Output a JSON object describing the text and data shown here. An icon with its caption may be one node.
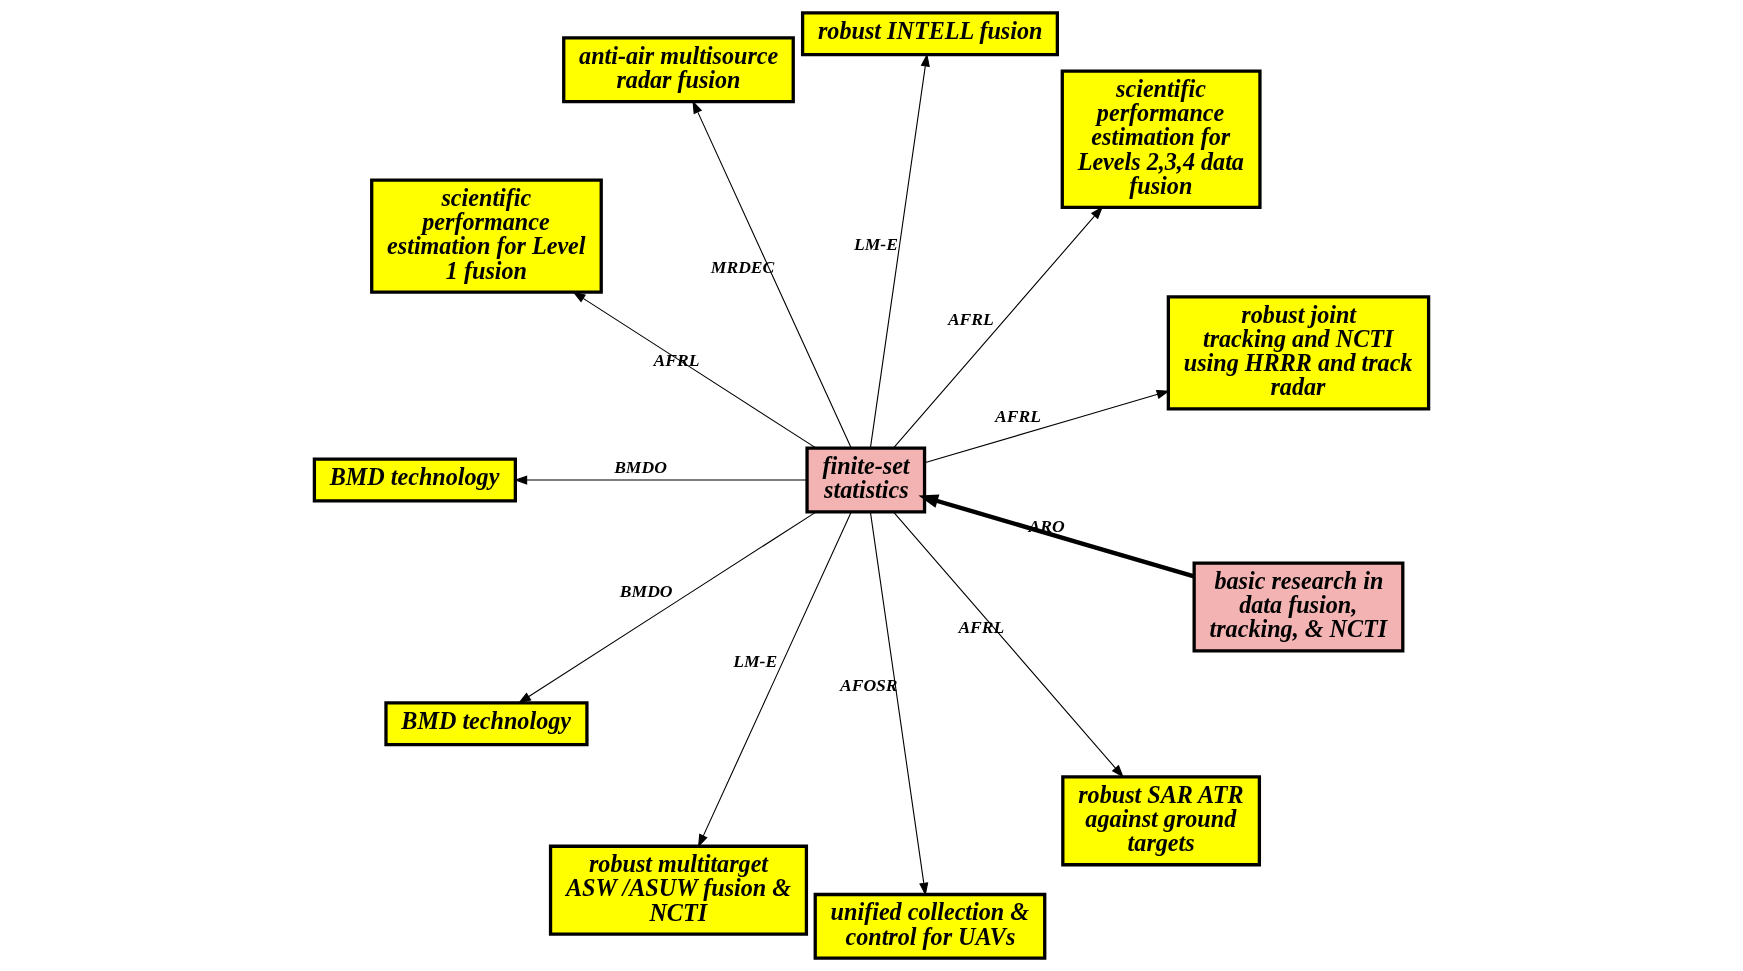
{
  "diagram": {
    "nodes": [
      {
        "text": [
          "basic research in data fusion, tracking, & NCTI"
        ]
      },
      {
        "text": [
          "robust joint tracking and NCTI using HRRR and track radar"
        ]
      },
      {
        "text": [
          "scientific performance estimation for Levels 2,3,4 data fusion"
        ]
      },
      {
        "text": [
          "robust INTELL fusion"
        ]
      },
      {
        "text": [
          "finite-set statistics"
        ]
      },
      {
        "text": [
          "anti-air multisource radar fusion"
        ]
      },
      {
        "text": [
          "scientific performance estimation for Level 1 fusion"
        ]
      },
      {
        "text": [
          "BMD technology"
        ]
      },
      {
        "text": [
          "BMD technology"
        ]
      },
      {
        "text": [
          "robust multitarget ASW /ASUW fusion & NCTI"
        ]
      },
      {
        "text": [
          "unified collection & control for UAVs"
        ]
      },
      {
        "text": [
          "robust SAR ATR against ground targets"
        ]
      }
    ],
    "edges": [
      {
        "from": 0,
        "to": 4,
        "arrow": "to",
        "label": "ARO",
        "style": "thick"
      },
      {
        "from": 4,
        "to": 1,
        "arrow": "to",
        "label": "AFRL"
      },
      {
        "from": 4,
        "to": 2,
        "arrow": "to",
        "label": "AFRL"
      },
      {
        "from": 4,
        "to": 3,
        "arrow": "to",
        "label": "LM-E"
      },
      {
        "from": 4,
        "to": 5,
        "arrow": "to",
        "label": "MRDEC"
      },
      {
        "from": 4,
        "to": 6,
        "arrow": "to",
        "label": "AFRL"
      },
      {
        "from": 4,
        "to": 7,
        "arrow": "to",
        "label": "BMDO"
      },
      {
        "from": 4,
        "to": 8,
        "arrow": "to",
        "label": "BMDO"
      },
      {
        "from": 4,
        "to": 9,
        "arrow": "to",
        "label": "LM-E"
      },
      {
        "from": 4,
        "to": 10,
        "arrow": "to",
        "label": "AFOSR"
      },
      {
        "from": 4,
        "to": 11,
        "arrow": "to",
        "label": "AFRL"
      }
    ]
  }
}
